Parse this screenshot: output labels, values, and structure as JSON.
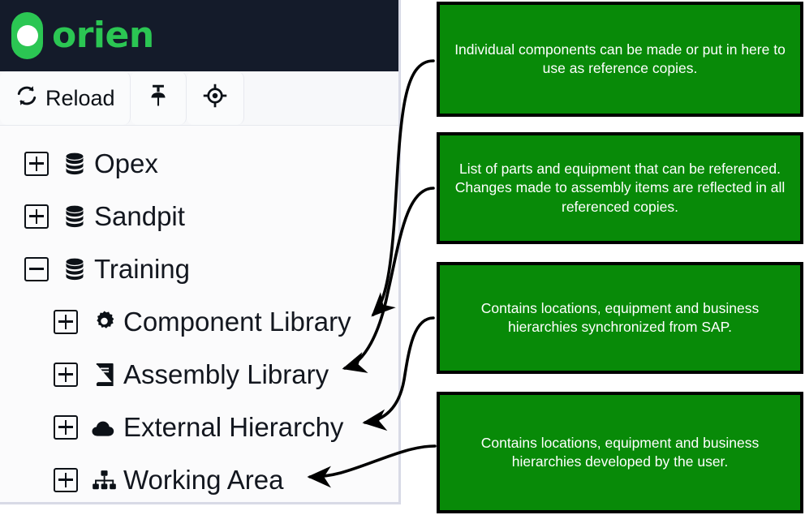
{
  "app": {
    "brand_name": "orien",
    "brand_color": "#2bc653",
    "header_background": "#141b2a",
    "panel_background": "#fbfbfc"
  },
  "toolbar": {
    "buttons": [
      {
        "label": "Reload",
        "icon": "reload-icon",
        "has_label": true
      },
      {
        "label": "",
        "icon": "pin-icon",
        "has_label": false
      },
      {
        "label": "",
        "icon": "locate-target-icon",
        "has_label": false
      }
    ]
  },
  "tree": {
    "items": [
      {
        "label": "Opex",
        "icon": "database-icon",
        "depth": 0,
        "expanded": false,
        "toggle": "+"
      },
      {
        "label": "Sandpit",
        "icon": "database-icon",
        "depth": 0,
        "expanded": false,
        "toggle": "+"
      },
      {
        "label": "Training",
        "icon": "database-icon",
        "depth": 0,
        "expanded": true,
        "toggle": "−"
      },
      {
        "label": "Component Library",
        "icon": "gear-icon",
        "depth": 1,
        "expanded": false,
        "toggle": "+"
      },
      {
        "label": "Assembly Library",
        "icon": "book-icon",
        "depth": 1,
        "expanded": false,
        "toggle": "+"
      },
      {
        "label": "External Hierarchy",
        "icon": "cloud-icon",
        "depth": 1,
        "expanded": false,
        "toggle": "+"
      },
      {
        "label": "Working Area",
        "icon": "sitemap-icon",
        "depth": 1,
        "expanded": false,
        "toggle": "+"
      }
    ]
  },
  "annotations": {
    "box_color": "#088a08",
    "border_color": "#000000",
    "text_color": "#ffffff",
    "callouts": [
      {
        "id": "callout-1",
        "text": "Individual components can be made or put in here to use as reference copies.",
        "points_to": "Component Library"
      },
      {
        "id": "callout-2",
        "text": "List of parts and equipment that can be referenced. Changes made to assembly items are reflected in all referenced copies.",
        "points_to": "Assembly Library"
      },
      {
        "id": "callout-3",
        "text": "Contains locations, equipment and business hierarchies synchronized from SAP.",
        "points_to": "External Hierarchy"
      },
      {
        "id": "callout-4",
        "text": "Contains locations, equipment and business hierarchies developed by the user.",
        "points_to": "Working Area"
      }
    ]
  }
}
